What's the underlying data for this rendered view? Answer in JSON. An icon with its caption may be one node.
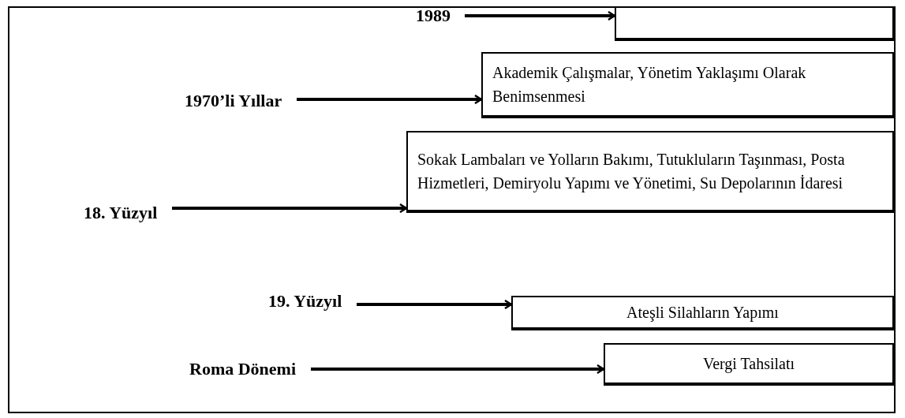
{
  "diagram": {
    "nodes": [
      {
        "text": [
          "1989"
        ]
      },
      {
        "text": [],
        "shape": "box"
      },
      {
        "text": [
          "1970’li Yıllar"
        ]
      },
      {
        "text": [
          "Akademik Çalışmalar, Yönetim Yaklaşımı Olarak Benimsenmesi"
        ]
      },
      {
        "text": [
          "18. Yüzyıl"
        ]
      },
      {
        "text": [
          "Sokak Lambaları ve Yolların Bakımı, Tutukluların Taşınması, Posta Hizmetleri, Demiryolu Yapımı ve Yönetimi, Su Depolarının İdaresi"
        ]
      },
      {
        "text": [
          "19. Yüzyıl"
        ]
      },
      {
        "text": [
          "Ateşli Silahların Yapımı"
        ]
      },
      {
        "text": [
          "Roma Dönemi"
        ]
      },
      {
        "text": [
          "Vergi Tahsilatı"
        ]
      }
    ],
    "edges": [
      {
        "from": 0,
        "to": 1,
        "arrow": "to"
      },
      {
        "from": 2,
        "to": 3,
        "arrow": "to"
      },
      {
        "from": 4,
        "to": 5,
        "arrow": "to"
      },
      {
        "from": 6,
        "to": 7,
        "arrow": "to"
      },
      {
        "from": 8,
        "to": 9,
        "arrow": "to"
      }
    ]
  }
}
